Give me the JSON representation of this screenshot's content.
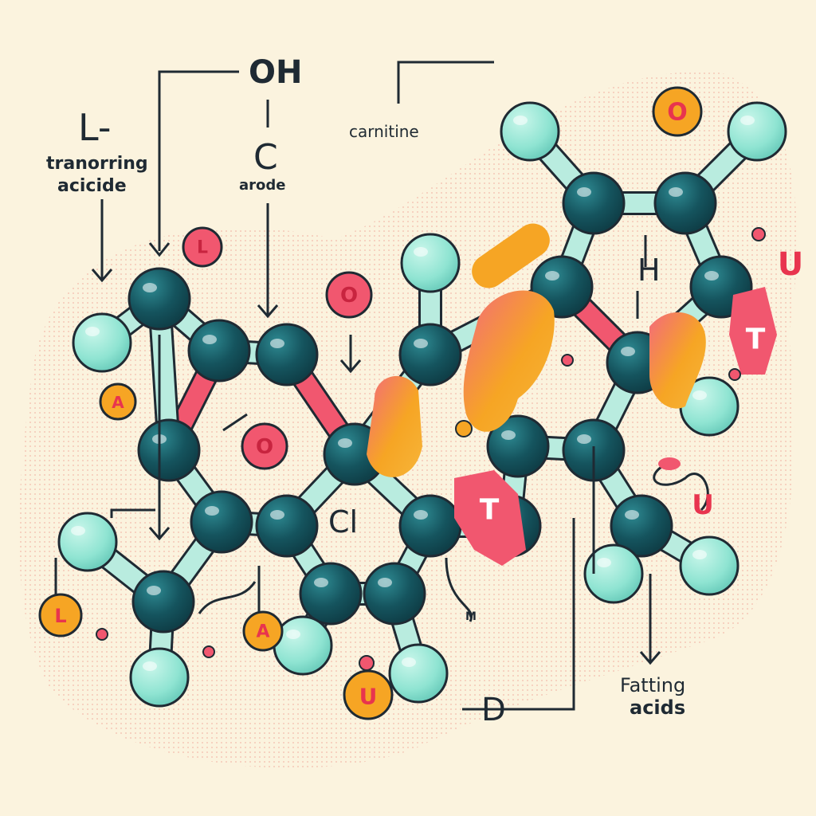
{
  "labels": {
    "oh": "OH",
    "l_dash": "L-",
    "tranorring": "tranorring",
    "acicide": "acicide",
    "c": "C",
    "arode": "arode",
    "carnitine": "carnitine",
    "h": "H",
    "cl": "Cl",
    "m": "M",
    "d": "D",
    "fatting": "Fatting",
    "acids": "acids"
  },
  "badges": {
    "o_top": "O",
    "o_center": "O",
    "o_mid": "O",
    "l_top": "L",
    "l_bottom": "L",
    "a_left": "A",
    "a_bottom": "A",
    "u_bottom": "U",
    "u_right": "U",
    "u_right_low": "U",
    "t_right": "T",
    "t_center": "T"
  },
  "colors": {
    "background": "#fbf3de",
    "atom_dark": "#15545e",
    "atom_light": "#8fe4d2",
    "bond": "#b9ecdf",
    "badge_pink": "#f2627a",
    "badge_orange": "#f7a62a",
    "blob_pink": "#f1576f",
    "blob_orange": "#f6a524",
    "line": "#1f2a33",
    "halo": "#f7c9b8"
  }
}
